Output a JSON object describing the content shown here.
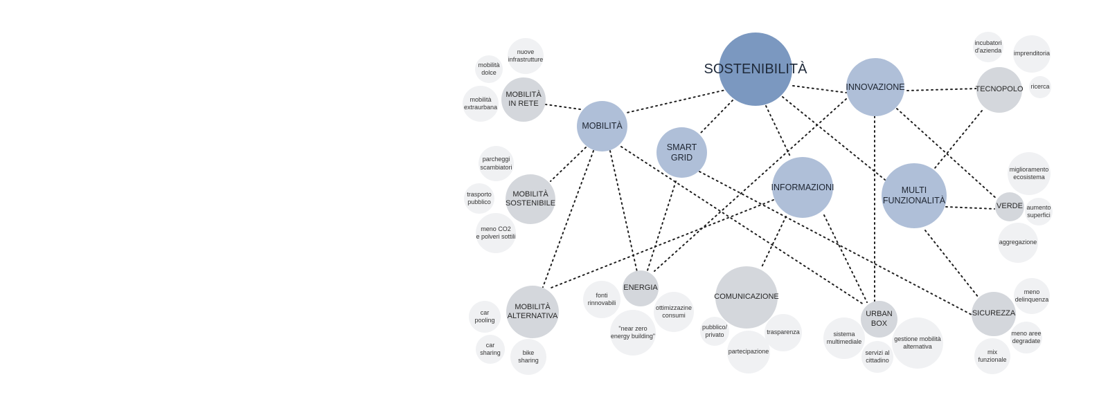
{
  "nodes": {
    "sostenibilita": "SOSTENIBILITÀ",
    "innovazione": "INNOVAZIONE",
    "mobilita": "MOBILITÀ",
    "smart_grid": "SMART\nGRID",
    "informazioni": "INFORMAZIONI",
    "multifunzionalita": "MULTI\nFUNZIONALITÀ",
    "tecnopolo": "TECNOPOLO",
    "mobilita_in_rete": "MOBILITÀ\nIN RETE",
    "mobilita_sostenibile": "MOBILITÀ\nSOSTENIBILE",
    "verde": "VERDE",
    "energia": "ENERGIA",
    "comunicazione": "COMUNICAZIONE",
    "mobilita_alternativa": "MOBILITÀ\nALTERNATIVA",
    "urban_box": "URBAN\nBOX",
    "sicurezza": "SICUREZZA"
  },
  "leaves": {
    "nuove_infrastrutture": "nuove\ninfrastrutture",
    "mobilita_dolce": "mobilità\ndolce",
    "mobilita_extraurbana": "mobilità\nextraurbana",
    "parcheggi_scambiatori": "parcheggi\nscambiatori",
    "trasporto_pubblico": "trasporto\npubblico",
    "meno_co2": "meno CO2\ne polveri sottili",
    "incubatori": "incubatori\nd'azienda",
    "imprenditoria": "imprenditoria",
    "ricerca": "ricerca",
    "miglioramento_ecosistema": "miglioramento\necosistema",
    "aumento_superfici": "aumento\nsuperfici",
    "aggregazione": "aggregazione",
    "fonti_rinnovabili": "fonti\nrinnovabili",
    "ottimizzazione_consumi": "ottimizzazine\nconsumi",
    "near_zero": "\"near zero\nenergy building\"",
    "car_pooling": "car\npooling",
    "car_sharing": "car\nsharing",
    "bike_sharing": "bike\nsharing",
    "pubblico_privato": "pubblico/\nprivato",
    "trasparenza": "trasparenza",
    "partecipazione": "partecipazione",
    "sistema_multimediale": "sistema\nmultimediale",
    "servizi_cittadino": "servizi al\ncittadino",
    "gestione_mobilita": "gestione mobilità\nalternativa",
    "meno_delinquenza": "meno\ndelinquenza",
    "meno_aree_degradate": "meno aree\ndegradate",
    "mix_funzionale": "mix\nfunzionale"
  },
  "colors": {
    "core": "#7b98c0",
    "main": "#afbfd8",
    "sub": "#d4d7dc",
    "leaf": "#f0f1f3",
    "link": "#1f1f1f"
  }
}
